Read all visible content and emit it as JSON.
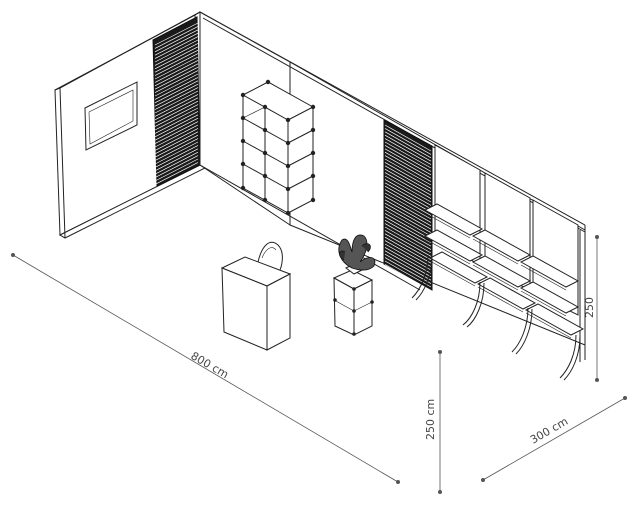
{
  "dimensions": {
    "length": "800 cm",
    "height_front": "250 cm",
    "depth": "300 cm",
    "height_right": "250"
  },
  "colors": {
    "line": "#222222",
    "dimension": "#555555",
    "background": "#ffffff",
    "slat": "#1a1a1a"
  }
}
